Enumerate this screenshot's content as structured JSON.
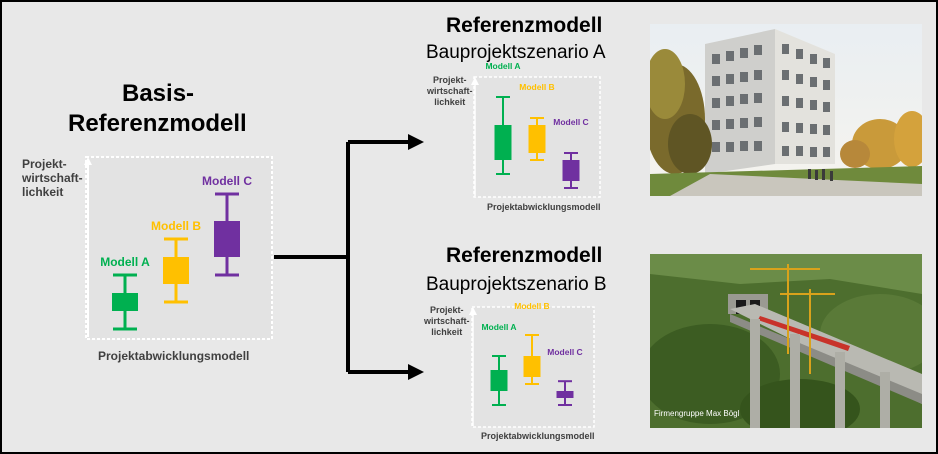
{
  "main": {
    "title_line1": "Basis-",
    "title_line2": "Referenzmodell",
    "ylabel_lines": [
      "Projekt-",
      "wirtschaft-",
      "lichkeit"
    ],
    "xlabel": "Projektabwicklungsmodell",
    "models": [
      {
        "name": "Modell A",
        "color": "#00b050",
        "min": 1,
        "q1": 2,
        "q3": 3,
        "max": 4
      },
      {
        "name": "Modell B",
        "color": "#ffc000",
        "min": 2.5,
        "q1": 3.5,
        "q3": 5,
        "max": 6
      },
      {
        "name": "Modell C",
        "color": "#7030a0",
        "min": 4,
        "q1": 5,
        "q3": 7,
        "max": 8.5
      }
    ]
  },
  "scenario_a": {
    "title": "Referenzmodell",
    "subtitle": "Bauprojektszenario A",
    "ylabel_lines": [
      "Projekt-",
      "wirtschaft-",
      "lichkeit"
    ],
    "xlabel": "Projektabwicklungsmodell",
    "models": [
      {
        "name": "Modell A",
        "color": "#00b050",
        "min": 2,
        "q1": 3,
        "q3": 5.5,
        "max": 7.5
      },
      {
        "name": "Modell B",
        "color": "#ffc000",
        "min": 3,
        "q1": 3.5,
        "q3": 5.5,
        "max": 6
      },
      {
        "name": "Modell C",
        "color": "#7030a0",
        "min": 1,
        "q1": 1.5,
        "q3": 3,
        "max": 3.5
      }
    ],
    "photo": "building-photo"
  },
  "scenario_b": {
    "title": "Referenzmodell",
    "subtitle": "Bauprojektszenario B",
    "ylabel_lines": [
      "Projekt-",
      "wirtschaft-",
      "lichkeit"
    ],
    "xlabel": "Projektabwicklungsmodell",
    "models": [
      {
        "name": "Modell A",
        "color": "#00b050",
        "min": 1.5,
        "q1": 2.5,
        "q3": 4,
        "max": 5
      },
      {
        "name": "Modell B",
        "color": "#ffc000",
        "min": 3,
        "q1": 3.5,
        "q3": 5,
        "max": 6.5
      },
      {
        "name": "Modell C",
        "color": "#7030a0",
        "min": 1.5,
        "q1": 2,
        "q3": 2.5,
        "max": 3.2
      }
    ],
    "photo": "railway-bridge-photo",
    "photo_credit": "Firmengruppe Max Bögl"
  },
  "colors": {
    "arrow": "#000000",
    "panel_bg": "#e5e5e5",
    "panel_border": "#ffffff"
  }
}
